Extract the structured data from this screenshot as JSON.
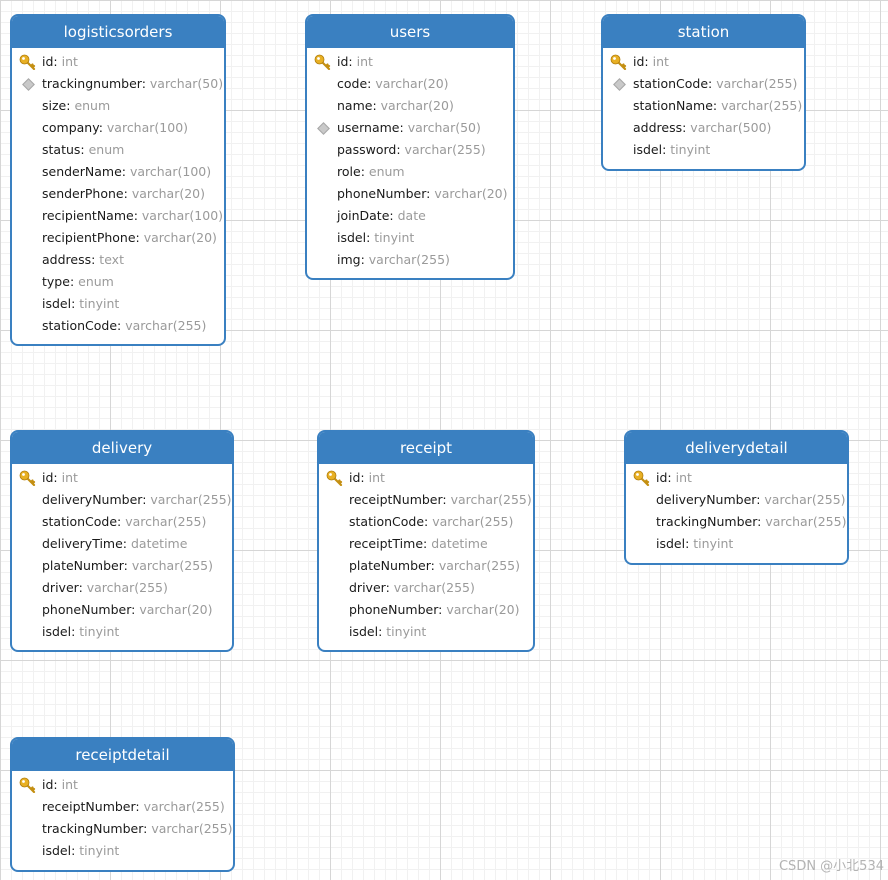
{
  "diagram": {
    "tables": [
      {
        "name": "logisticsorders",
        "fields": [
          {
            "name": "id",
            "type": "int",
            "icon": "key-icon"
          },
          {
            "name": "trackingnumber",
            "type": "varchar(50)",
            "icon": "index-icon"
          },
          {
            "name": "size",
            "type": "enum",
            "icon": ""
          },
          {
            "name": "company",
            "type": "varchar(100)",
            "icon": ""
          },
          {
            "name": "status",
            "type": "enum",
            "icon": ""
          },
          {
            "name": "senderName",
            "type": "varchar(100)",
            "icon": ""
          },
          {
            "name": "senderPhone",
            "type": "varchar(20)",
            "icon": ""
          },
          {
            "name": "recipientName",
            "type": "varchar(100)",
            "icon": ""
          },
          {
            "name": "recipientPhone",
            "type": "varchar(20)",
            "icon": ""
          },
          {
            "name": "address",
            "type": "text",
            "icon": ""
          },
          {
            "name": "type",
            "type": "enum",
            "icon": ""
          },
          {
            "name": "isdel",
            "type": "tinyint",
            "icon": ""
          },
          {
            "name": "stationCode",
            "type": "varchar(255)",
            "icon": ""
          }
        ]
      },
      {
        "name": "users",
        "fields": [
          {
            "name": "id",
            "type": "int",
            "icon": "key-icon"
          },
          {
            "name": "code",
            "type": "varchar(20)",
            "icon": ""
          },
          {
            "name": "name",
            "type": "varchar(20)",
            "icon": ""
          },
          {
            "name": "username",
            "type": "varchar(50)",
            "icon": "index-icon"
          },
          {
            "name": "password",
            "type": "varchar(255)",
            "icon": ""
          },
          {
            "name": "role",
            "type": "enum",
            "icon": ""
          },
          {
            "name": "phoneNumber",
            "type": "varchar(20)",
            "icon": ""
          },
          {
            "name": "joinDate",
            "type": "date",
            "icon": ""
          },
          {
            "name": "isdel",
            "type": "tinyint",
            "icon": ""
          },
          {
            "name": "img",
            "type": "varchar(255)",
            "icon": ""
          }
        ]
      },
      {
        "name": "station",
        "fields": [
          {
            "name": "id",
            "type": "int",
            "icon": "key-icon"
          },
          {
            "name": "stationCode",
            "type": "varchar(255)",
            "icon": "index-icon"
          },
          {
            "name": "stationName",
            "type": "varchar(255)",
            "icon": ""
          },
          {
            "name": "address",
            "type": "varchar(500)",
            "icon": ""
          },
          {
            "name": "isdel",
            "type": "tinyint",
            "icon": ""
          }
        ]
      },
      {
        "name": "delivery",
        "fields": [
          {
            "name": "id",
            "type": "int",
            "icon": "key-icon"
          },
          {
            "name": "deliveryNumber",
            "type": "varchar(255)",
            "icon": ""
          },
          {
            "name": "stationCode",
            "type": "varchar(255)",
            "icon": ""
          },
          {
            "name": "deliveryTime",
            "type": "datetime",
            "icon": ""
          },
          {
            "name": "plateNumber",
            "type": "varchar(255)",
            "icon": ""
          },
          {
            "name": "driver",
            "type": "varchar(255)",
            "icon": ""
          },
          {
            "name": "phoneNumber",
            "type": "varchar(20)",
            "icon": ""
          },
          {
            "name": "isdel",
            "type": "tinyint",
            "icon": ""
          }
        ]
      },
      {
        "name": "receipt",
        "fields": [
          {
            "name": "id",
            "type": "int",
            "icon": "key-icon"
          },
          {
            "name": "receiptNumber",
            "type": "varchar(255)",
            "icon": ""
          },
          {
            "name": "stationCode",
            "type": "varchar(255)",
            "icon": ""
          },
          {
            "name": "receiptTime",
            "type": "datetime",
            "icon": ""
          },
          {
            "name": "plateNumber",
            "type": "varchar(255)",
            "icon": ""
          },
          {
            "name": "driver",
            "type": "varchar(255)",
            "icon": ""
          },
          {
            "name": "phoneNumber",
            "type": "varchar(20)",
            "icon": ""
          },
          {
            "name": "isdel",
            "type": "tinyint",
            "icon": ""
          }
        ]
      },
      {
        "name": "deliverydetail",
        "fields": [
          {
            "name": "id",
            "type": "int",
            "icon": "key-icon"
          },
          {
            "name": "deliveryNumber",
            "type": "varchar(255)",
            "icon": ""
          },
          {
            "name": "trackingNumber",
            "type": "varchar(255)",
            "icon": ""
          },
          {
            "name": "isdel",
            "type": "tinyint",
            "icon": ""
          }
        ]
      },
      {
        "name": "receiptdetail",
        "fields": [
          {
            "name": "id",
            "type": "int",
            "icon": "key-icon"
          },
          {
            "name": "receiptNumber",
            "type": "varchar(255)",
            "icon": ""
          },
          {
            "name": "trackingNumber",
            "type": "varchar(255)",
            "icon": ""
          },
          {
            "name": "isdel",
            "type": "tinyint",
            "icon": ""
          }
        ]
      }
    ],
    "watermark": "CSDN @小北534",
    "colors": {
      "header": "#3a80c1",
      "border": "#3a80c1",
      "field_name": "#1a1a1a",
      "field_type": "#9a9a9a",
      "key": "#e8b024"
    }
  }
}
